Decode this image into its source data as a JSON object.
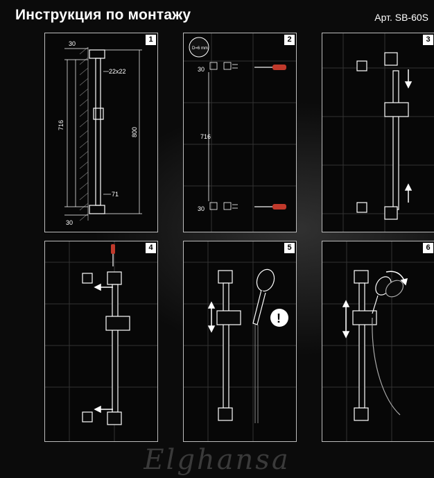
{
  "header": {
    "title": "Инструкция по монтажу",
    "article": "Арт. SB-60S"
  },
  "panels": [
    {
      "number": "1",
      "labels": {
        "top_offset": "30",
        "bar_profile": "22x22",
        "hole_spacing": "716",
        "total_length": "800",
        "bracket_depth": "71",
        "bottom_offset": "30"
      }
    },
    {
      "number": "2",
      "labels": {
        "drill_size": "D=6 mm",
        "top_offset": "30",
        "hole_spacing": "716",
        "bottom_offset": "30"
      }
    },
    {
      "number": "3"
    },
    {
      "number": "4"
    },
    {
      "number": "5",
      "warning_symbol": "!"
    },
    {
      "number": "6"
    }
  ],
  "brand": "Elghansa",
  "colors": {
    "background": "#0b0b0b",
    "line": "#ffffff",
    "frame": "#bdbdbd",
    "tile": "#3a3a3a"
  },
  "icons": [
    "screwdriver-icon",
    "arrow-down-icon",
    "arrow-up-icon",
    "arrow-left-icon",
    "double-arrow-icon",
    "warning-icon",
    "rotate-arrow-icon"
  ]
}
